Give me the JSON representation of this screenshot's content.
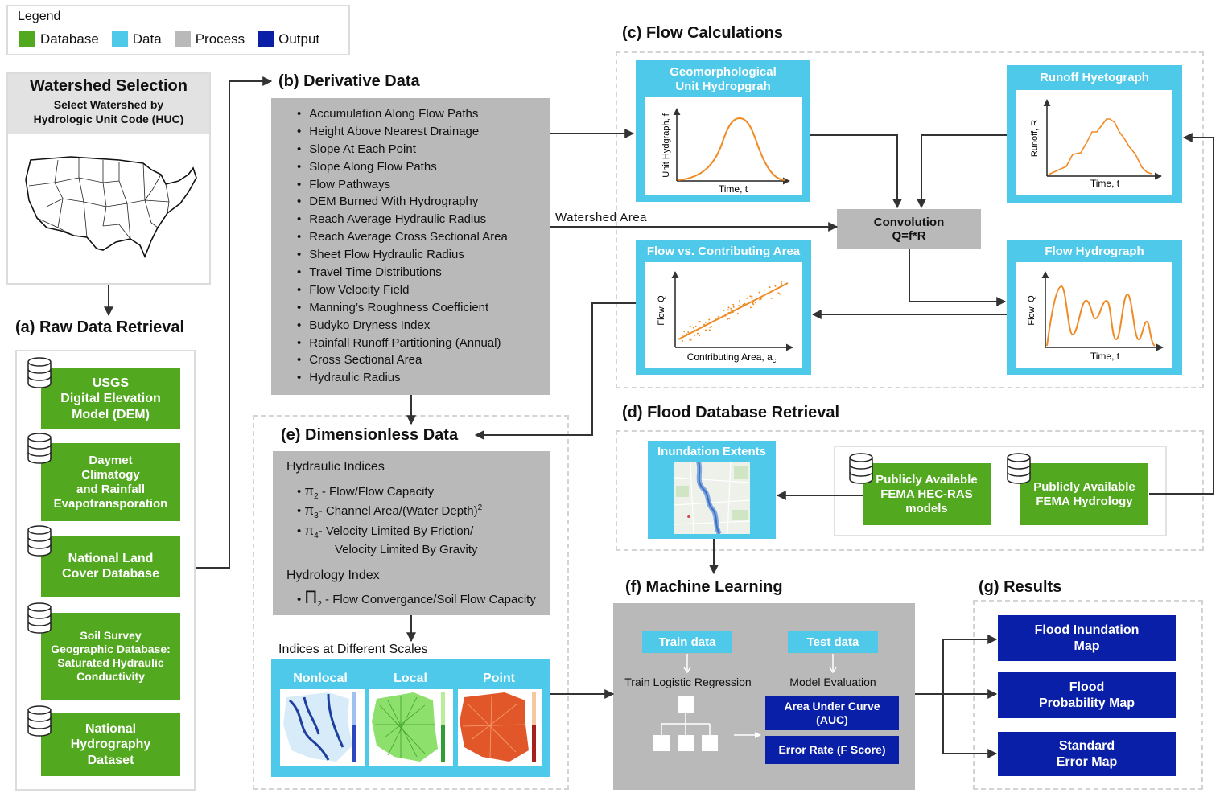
{
  "legend": {
    "title": "Legend",
    "items": [
      {
        "label": "Database",
        "color": "#52a81e"
      },
      {
        "label": "Data",
        "color": "#4ec9ea"
      },
      {
        "label": "Process",
        "color": "#b9b9b9"
      },
      {
        "label": "Output",
        "color": "#0a1fa7"
      }
    ]
  },
  "watershed": {
    "title": "Watershed Selection",
    "subtitle_line1": "Select Watershed by",
    "subtitle_line2": "Hydrologic Unit Code (HUC)"
  },
  "raw_data": {
    "title": "(a) Raw Data Retrieval",
    "databases": [
      {
        "lines": [
          "USGS",
          "Digital Elevation",
          "Model (DEM)"
        ]
      },
      {
        "lines": [
          "Daymet",
          "Climatogy",
          "and Rainfall",
          "Evapotransporation"
        ]
      },
      {
        "lines": [
          "National Land",
          "Cover Database"
        ]
      },
      {
        "lines": [
          "Soil Survey",
          "Geographic Database:",
          "Saturated Hydraulic",
          "Conductivity"
        ]
      },
      {
        "lines": [
          "National",
          "Hydrography",
          "Dataset"
        ]
      }
    ]
  },
  "derivative": {
    "title": "(b) Derivative Data",
    "items": [
      "Accumulation Along Flow Paths",
      "Height Above Nearest Drainage",
      "Slope At Each Point",
      "Slope Along Flow Paths",
      "Flow Pathways",
      "DEM Burned With Hydrography",
      "Reach Average Hydraulic Radius",
      "Reach Average Cross Sectional Area",
      "Sheet Flow Hydraulic Radius",
      "Travel Time Distributions",
      "Flow Velocity Field",
      "Manning’s Roughness Coefficient",
      "Budyko Dryness Index",
      "Rainfall Runoff Partitioning (Annual)",
      "Cross Sectional Area",
      "Hydraulic Radius"
    ],
    "watershed_area_label": "Watershed Area"
  },
  "flow": {
    "title": "(c) Flow Calculations",
    "guh": {
      "title_line1": "Geomorphological",
      "title_line2": "Unit Hydropgrah",
      "ylabel": "Unit Hydgraph, f",
      "xlabel": "Time, t"
    },
    "runoff": {
      "title": "Runoff Hyetograph",
      "ylabel": "Runoff, R",
      "xlabel": "Time, t"
    },
    "convolution": {
      "line1": "Convolution",
      "line2": "Q=f*R"
    },
    "fca": {
      "title": "Flow vs. Contributing Area",
      "ylabel": "Flow, Q",
      "xlabel": "Contributing Area, a",
      "xlabel_sub": "c"
    },
    "hydrograph": {
      "title": "Flow Hydrograph",
      "ylabel": "Flow, Q",
      "xlabel": "Time, t"
    }
  },
  "flood_db": {
    "title": "(d) Flood Database Retrieval",
    "inundation_title": "Inundation Extents",
    "hecras": {
      "lines": [
        "Publicly Available",
        "FEMA HEC-RAS",
        "models"
      ]
    },
    "hydrology": {
      "lines": [
        "Publicly Available",
        "FEMA Hydrology"
      ]
    }
  },
  "dimensionless": {
    "title": "(e) Dimensionless Data",
    "hydraulic_heading": "Hydraulic Indices",
    "pi_symbol": "π",
    "pi2_sub": "2",
    "pi2_text": "- Flow/Flow Capacity",
    "pi3_sub": "3",
    "pi3_text": "- Channel Area/(Water Depth)",
    "pi3_sup": "2",
    "pi4_sub": "4",
    "pi4_text_line1": "- Velocity Limited By Friction/",
    "pi4_text_line2": "Velocity Limited By Gravity",
    "hydrology_heading": "Hydrology Index",
    "big_pi_symbol": "Π",
    "big_pi_sub": "2",
    "big_pi_text": "- Flow Convergance/Soil Flow Capacity",
    "scales_title": "Indices at Different Scales",
    "scales": [
      "Nonlocal",
      "Local",
      "Point"
    ]
  },
  "ml": {
    "title": "(f) Machine Learning",
    "train": "Train data",
    "test": "Test data",
    "train_process": "Train Logistic Regression",
    "eval_process": "Model Evaluation",
    "auc_line1": "Area Under Curve",
    "auc_line2": "(AUC)",
    "error": "Error Rate (F Score)"
  },
  "results": {
    "title": "(g) Results",
    "outputs": [
      {
        "lines": [
          "Flood  Inundation",
          "Map"
        ]
      },
      {
        "lines": [
          "Flood",
          "Probability Map"
        ]
      },
      {
        "lines": [
          "Standard",
          "Error Map"
        ]
      }
    ]
  }
}
